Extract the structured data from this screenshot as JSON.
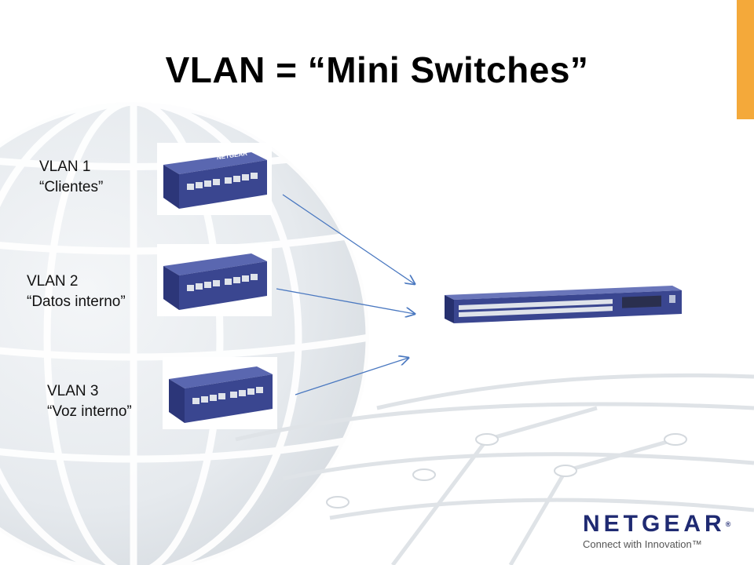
{
  "slide": {
    "title": "VLAN = “Mini Switches”",
    "accent_color": "#f4a93a",
    "switch_color": "#3a4690"
  },
  "vlans": [
    {
      "line1": "VLAN 1",
      "line2": "“Clientes”"
    },
    {
      "line1": "VLAN 2",
      "line2": "“Datos interno”"
    },
    {
      "line1": "VLAN 3",
      "line2": "“Voz interno”"
    }
  ],
  "mini_switch_brand": "NETGEAR",
  "logo": {
    "wordmark": "NETGEAR",
    "registered": "®",
    "tagline": "Connect with Innovation™"
  }
}
